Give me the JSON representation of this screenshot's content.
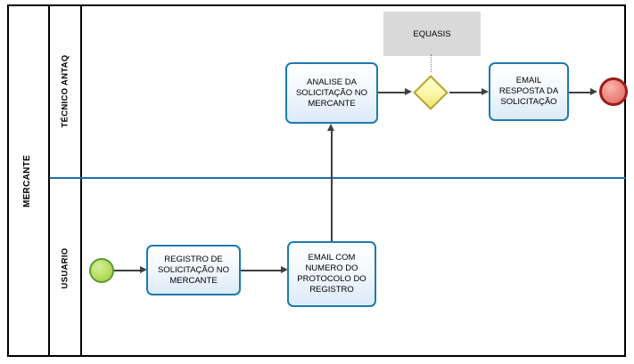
{
  "diagram": {
    "type": "bpmn-flowchart",
    "pool": {
      "label": "MERCANTE"
    },
    "lanes": [
      {
        "id": "lane-tecnico",
        "label": "TÉCNICO ANTAQ"
      },
      {
        "id": "lane-usuario",
        "label": "USUARIO"
      }
    ],
    "nodes": [
      {
        "id": "start",
        "type": "start-event",
        "lane": "lane-usuario",
        "label": ""
      },
      {
        "id": "registro",
        "type": "task",
        "lane": "lane-usuario",
        "label": "REGISTRO DE SOLICITAÇÃO NO MERCANTE"
      },
      {
        "id": "email-protocolo",
        "type": "task",
        "lane": "lane-usuario",
        "label": "EMAIL COM NUMERO DO PROTOCOLO DO REGISTRO"
      },
      {
        "id": "analise",
        "type": "task",
        "lane": "lane-tecnico",
        "label": "ANALISE DA SOLICITAÇÃO NO MERCANTE"
      },
      {
        "id": "gateway",
        "type": "gateway-exclusive",
        "lane": "lane-tecnico",
        "label": ""
      },
      {
        "id": "email-resposta",
        "type": "task",
        "lane": "lane-tecnico",
        "label": "EMAIL RESPOSTA DA SOLICITAÇÃO"
      },
      {
        "id": "end",
        "type": "end-event",
        "lane": "lane-tecnico",
        "label": ""
      },
      {
        "id": "equasis",
        "type": "data-annotation",
        "lane": "lane-tecnico",
        "label": "EQUASIS"
      }
    ],
    "edges": [
      {
        "from": "start",
        "to": "registro"
      },
      {
        "from": "registro",
        "to": "email-protocolo"
      },
      {
        "from": "email-protocolo",
        "to": "analise"
      },
      {
        "from": "analise",
        "to": "gateway"
      },
      {
        "from": "gateway",
        "to": "email-resposta"
      },
      {
        "from": "email-resposta",
        "to": "end"
      },
      {
        "from": "equasis",
        "to": "gateway",
        "style": "dotted"
      }
    ],
    "colors": {
      "task_border": "#1f7ab0",
      "task_fill": "#dceaf7",
      "start_event": "#9bcb3b",
      "end_event": "#e0665c",
      "gateway": "#eee36a",
      "annotation_fill": "#d9d9d9",
      "lane_border": "#000000",
      "connector": "#404040"
    }
  }
}
